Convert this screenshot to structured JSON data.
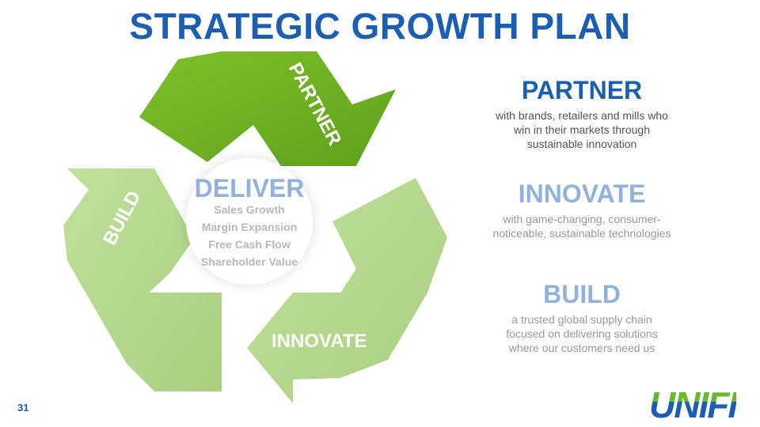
{
  "title": "STRATEGIC GROWTH PLAN",
  "cycle": {
    "partner_label": "PARTNER",
    "build_label": "BUILD",
    "innovate_label": "INNOVATE",
    "center": {
      "heading": "DELIVER",
      "items": [
        "Sales Growth",
        "Margin Expansion",
        "Free Cash Flow",
        "Shareholder Value"
      ]
    }
  },
  "sections": [
    {
      "heading": "PARTNER",
      "text": "with brands, retailers and mills who win in their markets through sustainable innovation",
      "color": "#1a5fb4"
    },
    {
      "heading": "INNOVATE",
      "text": "with game-changing, consumer-noticeable, sustainable technologies",
      "color": "#8fb3dd"
    },
    {
      "heading": "BUILD",
      "text": "a trusted global supply chain focused on delivering solutions where our customers need us",
      "color": "#8fb3dd"
    }
  ],
  "page_number": "31",
  "logo": "UNIFI",
  "colors": {
    "brand_blue": "#1a5fb4",
    "dark_green": "#6fb51f",
    "light_green": "#b8dc8e"
  }
}
